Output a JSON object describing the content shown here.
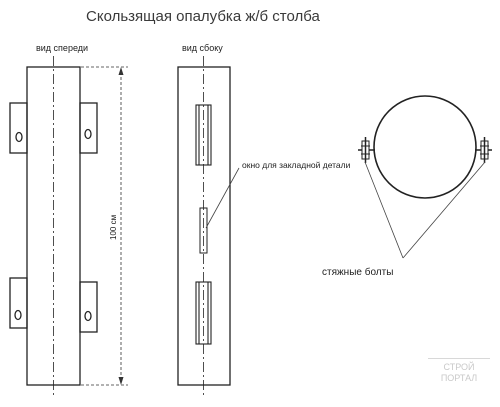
{
  "title": "Скользящая опалубка ж/б столба",
  "labels": {
    "front_view": "вид спереди",
    "side_view": "вид сбоку",
    "dimension": "100 см",
    "window": "окно для закладной детали",
    "bolts": "стяжные болты"
  },
  "watermark": {
    "line1": "СТРОЙ",
    "line2": "ПОРТАЛ"
  }
}
